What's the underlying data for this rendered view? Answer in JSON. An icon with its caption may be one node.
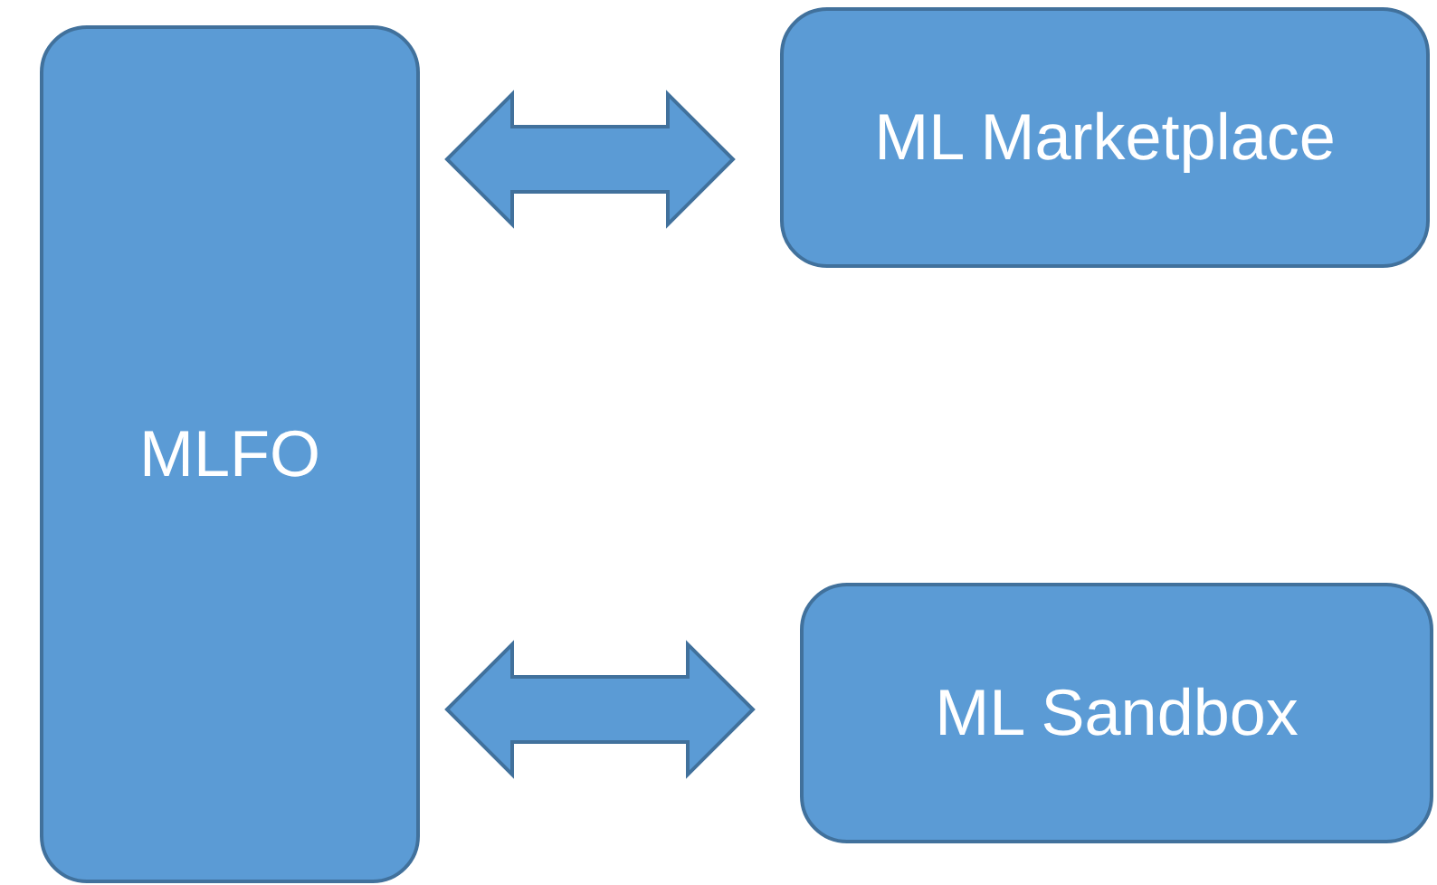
{
  "diagram": {
    "nodes": [
      {
        "text": [
          "MLFO"
        ]
      },
      {
        "text": [
          "ML Marketplace"
        ]
      },
      {
        "text": [
          "ML Sandbox"
        ]
      }
    ],
    "edges": [
      {
        "from": 0,
        "to": 1,
        "arrow": "both"
      },
      {
        "from": 0,
        "to": 2,
        "arrow": "both"
      }
    ]
  }
}
